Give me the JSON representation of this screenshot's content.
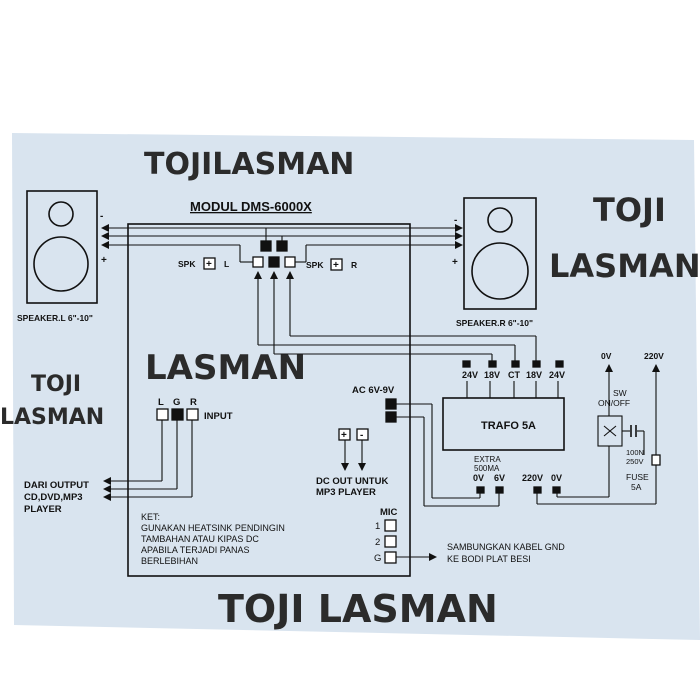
{
  "watermarks": {
    "top": "TOJILASMAN",
    "right_1": "TOJI",
    "right_2": "LASMAN",
    "center": "LASMAN",
    "left_1": "TOJI",
    "left_2": "LASMAN",
    "bottom": "TOJI LASMAN"
  },
  "module_title": "MODUL DMS-6000X",
  "speaker_left": {
    "label": "SPEAKER.L 6\"-10\"",
    "minus": "-",
    "plus": "+"
  },
  "speaker_right": {
    "label": "SPEAKER.R 6\"-10\"",
    "minus": "-",
    "plus": "+"
  },
  "spk_left": {
    "text": "SPK",
    "sign": "+",
    "side": "L"
  },
  "spk_right": {
    "text": "SPK",
    "sign": "+",
    "side": "R"
  },
  "input": {
    "l": "L",
    "g": "G",
    "r": "R",
    "label": "INPUT"
  },
  "input_source": {
    "line1": "DARI OUTPUT",
    "line2": "CD,DVD,MP3",
    "line3": "PLAYER"
  },
  "ac_label": "AC  6V-9V",
  "dc_out": {
    "plus": "+",
    "minus": "-",
    "line1": "DC OUT UNTUK",
    "line2": "MP3 PLAYER"
  },
  "note": {
    "title": "KET:",
    "line1": "GUNAKAN HEATSINK PENDINGIN",
    "line2": "TAMBAHAN ATAU KIPAS DC",
    "line3": "APABILA TERJADI PANAS",
    "line4": "BERLEBIHAN"
  },
  "mic": {
    "title": "MIC",
    "p1": "1",
    "p2": "2",
    "pg": "G"
  },
  "gnd_note": {
    "line1": "SAMBUNGKAN KABEL GND",
    "line2": "KE BODI PLAT BESI"
  },
  "trafo": {
    "name": "TRAFO 5A",
    "taps": {
      "t1": "24V",
      "t2": "18V",
      "t3": "CT",
      "t4": "18V",
      "t5": "24V"
    },
    "extra_1": "EXTRA",
    "extra_2": "500MA",
    "prim": {
      "v0a": "0V",
      "v6": "6V",
      "v220": "220V",
      "v0b": "0V"
    }
  },
  "mains": {
    "v0": "0V",
    "v220": "220V",
    "sw_1": "SW",
    "sw_2": "ON/OFF",
    "cap_1": "100N",
    "cap_2": "250V",
    "fuse_1": "FUSE",
    "fuse_2": "5A"
  }
}
